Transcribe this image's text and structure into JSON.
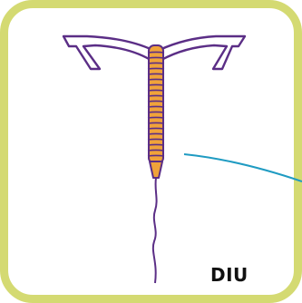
{
  "label": {
    "text": "DIU"
  },
  "colors": {
    "frame": "#d4da72",
    "background": "#ffffff",
    "outline": "#5b2e86",
    "coil": "#f0a33a",
    "pointer": "#1f9bc2",
    "label": "#111111"
  },
  "icons": {
    "device": "iud-device-illustration",
    "pointer": "callout-line"
  }
}
